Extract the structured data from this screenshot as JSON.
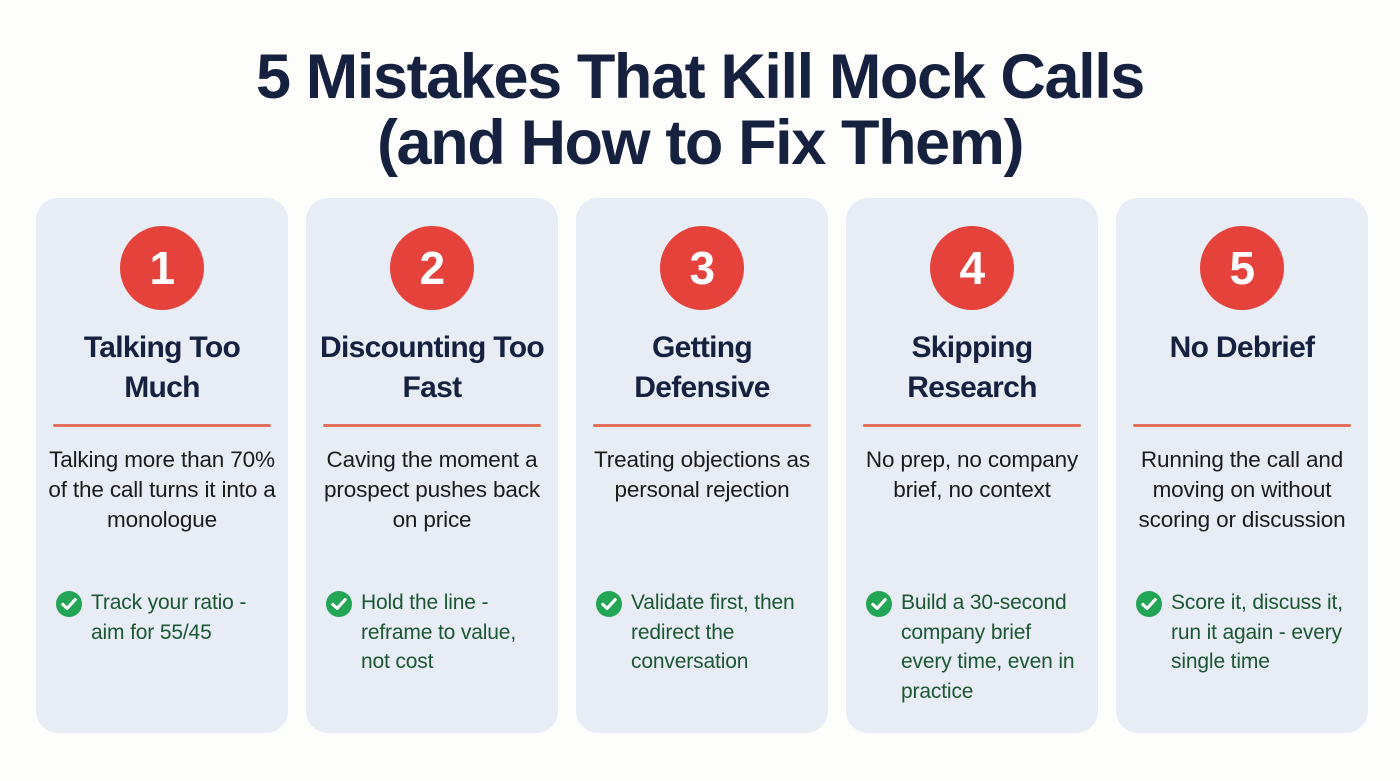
{
  "title": {
    "line1": "5 Mistakes That Kill Mock Calls",
    "line2": "(and How to Fix Them)"
  },
  "colors": {
    "page_background": "#fdfdfb",
    "card_background": "#e7ecf5",
    "heading_navy": "#16203f",
    "badge_red": "#e6423c",
    "divider_orange": "#e0705c",
    "body_text": "#1b1b1b",
    "tip_green": "#1c5632",
    "check_circle_green": "#22a555"
  },
  "cards": [
    {
      "number": "1",
      "title": "Talking Too Much",
      "body": "Talking more than 70% of the call turns it into a monologue",
      "tip_icon": "check-circle-icon",
      "tip": "Track your ratio - aim for 55/45"
    },
    {
      "number": "2",
      "title": "Discounting Too Fast",
      "body": "Caving the moment a prospect pushes back on price",
      "tip_icon": "check-circle-icon",
      "tip": "Hold the line - reframe to value, not cost"
    },
    {
      "number": "3",
      "title": "Getting Defensive",
      "body": "Treating objections as personal rejection",
      "tip_icon": "check-circle-icon",
      "tip": "Validate first, then redirect the conversation"
    },
    {
      "number": "4",
      "title": "Skipping Research",
      "body": "No prep, no company brief, no context",
      "tip_icon": "check-circle-icon",
      "tip": "Build a 30-second company brief every time, even in practice"
    },
    {
      "number": "5",
      "title": "No Debrief",
      "body": "Running the call and moving on without scoring or discussion",
      "tip_icon": "check-circle-icon",
      "tip": "Score it, discuss it, run it again - every single time"
    }
  ]
}
